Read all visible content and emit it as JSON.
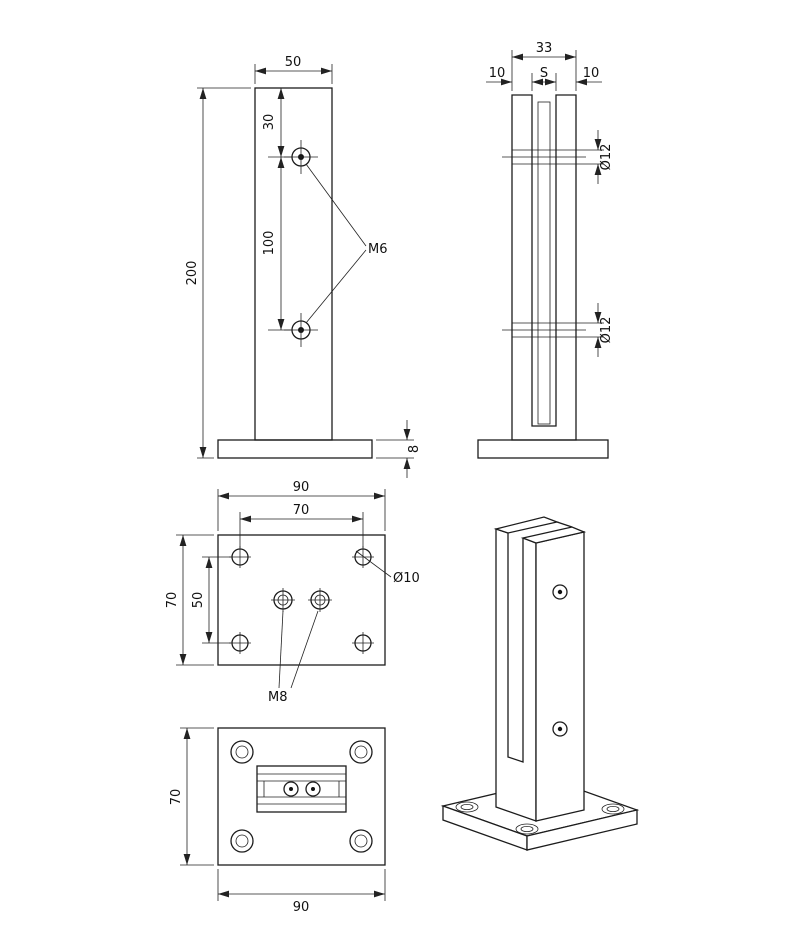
{
  "drawing": {
    "front_view": {
      "dim_width": "50",
      "dim_height": "200",
      "dim_top_hole_offset": "30",
      "dim_hole_spacing": "100",
      "thread_label": "M6",
      "dim_base_thickness": "8"
    },
    "side_view": {
      "dim_total_width": "33",
      "dim_left_wall": "10",
      "dim_slot": "S",
      "dim_right_wall": "10",
      "dim_hole_top": "Ø12",
      "dim_hole_bottom": "Ø12"
    },
    "top_view": {
      "dim_plate_width": "90",
      "dim_hole_span_x": "70",
      "dim_plate_depth": "70",
      "dim_hole_span_y": "50",
      "corner_hole_label": "Ø10",
      "center_hole_label": "M8"
    },
    "bottom_view": {
      "dim_plate_depth": "70",
      "dim_plate_width": "90"
    }
  }
}
